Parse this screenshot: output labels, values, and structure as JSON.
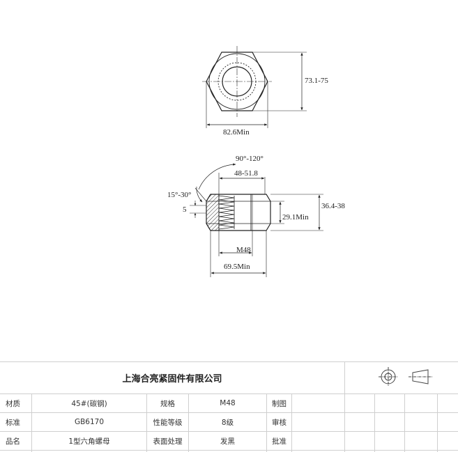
{
  "drawing": {
    "top_view": {
      "height_dim": "73.1-75",
      "width_dim": "82.6Min"
    },
    "side_view": {
      "angle_top": "90°-120°",
      "chamfer_dim": "48-51.8",
      "angle_side": "15°-30°",
      "offset_dim": "5",
      "thread_height_dim": "29.1Min",
      "height_dim": "36.4-38",
      "thread": "M48",
      "bottom_width_dim": "69.5Min"
    }
  },
  "title_block": {
    "company": "上海合亮紧固件有限公司",
    "symbols": [
      "first-angle-projection-icon"
    ],
    "rows": [
      {
        "label1": "材质",
        "value1": "45#(碳钢)",
        "label2": "规格",
        "value2": "M48",
        "label3": "制图"
      },
      {
        "label1": "标准",
        "value1": "GB6170",
        "label2": "性能等级",
        "value2": "8级",
        "label3": "审核"
      },
      {
        "label1": "品名",
        "value1": "1型六角螺母",
        "label2": "表面处理",
        "value2": "发黑",
        "label3": "批准"
      }
    ]
  }
}
